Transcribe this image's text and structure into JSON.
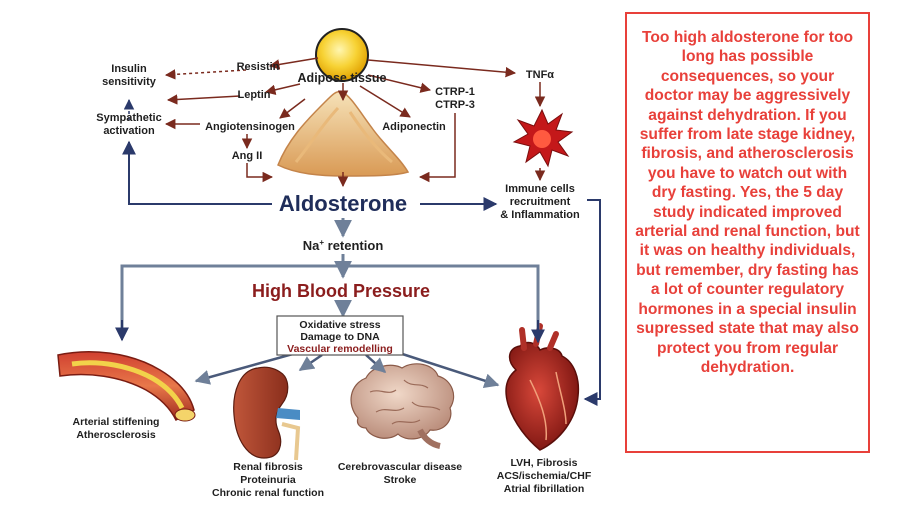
{
  "diagram": {
    "adipose": "Adipose tissue",
    "resistin": "Resistin",
    "leptin": "Leptin",
    "angiotensinogen": "Angiotensinogen",
    "ang2": "Ang II",
    "ctrp1": "CTRP-1",
    "ctrp3": "CTRP-3",
    "adiponectin": "Adiponectin",
    "tnf": "TNFα",
    "insulin1": "Insulin",
    "insulin2": "sensitivity",
    "symp1": "Sympathetic",
    "symp2": "activation",
    "aldosterone": "Aldosterone",
    "immune1": "Immune cells",
    "immune2": "recruitment",
    "immune3": "& Inflammation",
    "na_prefix": "Na",
    "na_sup": "+",
    "na_suffix": " retention",
    "hbp": "High Blood Pressure",
    "ox1": "Oxidative stress",
    "ox2": "Damage to DNA",
    "ox3": "Vascular remodelling",
    "art1": "Arterial stiffening",
    "art2": "Atherosclerosis",
    "ren1": "Renal fibrosis",
    "ren2": "Proteinuria",
    "ren3": "Chronic renal function",
    "cer1": "Cerebrovascular disease",
    "cer2": "Stroke",
    "lvh1": "LVH, Fibrosis",
    "lvh2": "ACS/ischemia/CHF",
    "lvh3": "Atrial fibrillation"
  },
  "note": {
    "text": "Too high aldosterone for too long has possible consequences, so your doctor may be aggressively against dehydration. If you suffer from late stage kidney, fibrosis, and atherosclerosis you have to watch out with dry fasting. Yes, the 5 day study indicated improved arterial and renal function, but it was on healthy individuals, but remember, dry fasting has a lot of counter regulatory hormones in a special insulin supressed state that may also protect you from regular dehydration."
  },
  "colors": {
    "note_red": "#e8403a",
    "arrow_brown": "#7a2a1e",
    "arrow_navy": "#2b3a6b",
    "arrow_slate": "#6f8099",
    "aldosterone_navy": "#1f2d5a",
    "hbp_red": "#8b1d1d"
  }
}
